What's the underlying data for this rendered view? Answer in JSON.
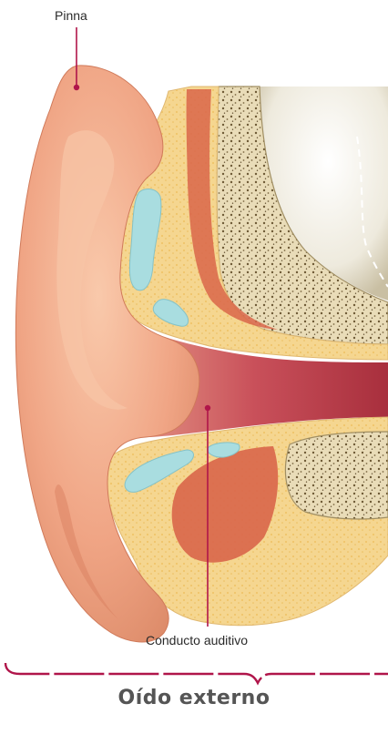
{
  "labels": {
    "pinna": "Pinna",
    "ear_canal": "Conducto auditivo",
    "section": "Oído externo"
  },
  "colors": {
    "skin": "#f0a585",
    "skin_highlight": "#f7c4a6",
    "skin_shadow": "#d9805f",
    "fat_tissue": "#f5d690",
    "cartilage": "#a9dde0",
    "bone": "#e9dcb8",
    "bone_pores": "#6e5a36",
    "muscle": "#d9664a",
    "canal_deep": "#b23a42",
    "cavity": "#d8d2c0",
    "leader_line": "#b0154a"
  },
  "icons": {
    "pinna_marker": "dot-marker-icon",
    "canal_marker": "dot-marker-icon"
  }
}
